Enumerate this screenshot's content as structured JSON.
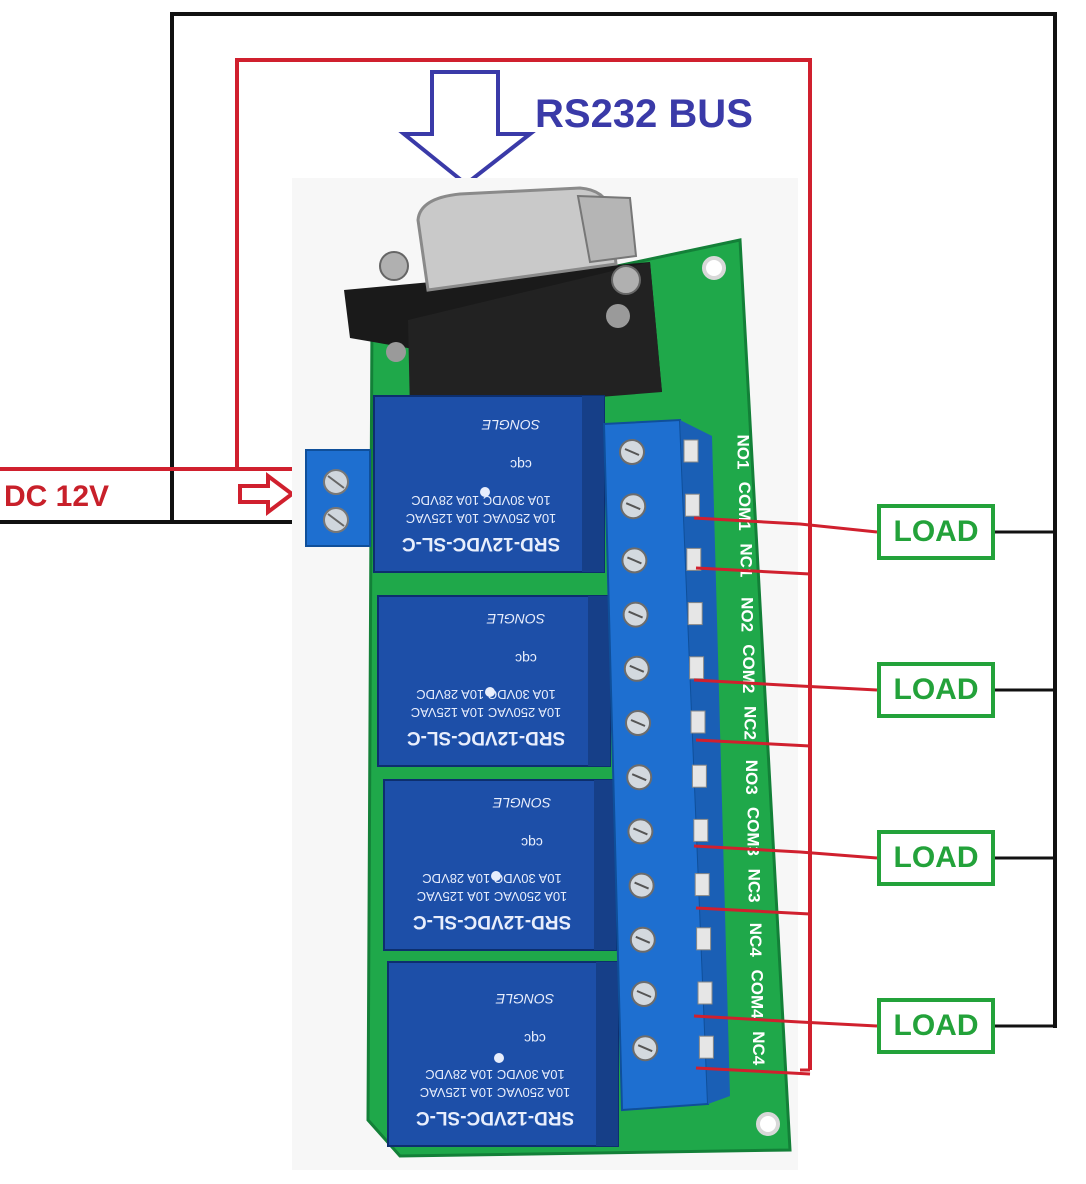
{
  "labels": {
    "bus": "RS232 BUS",
    "power": "DC 12V"
  },
  "loads": [
    {
      "label": "LOAD"
    },
    {
      "label": "LOAD"
    },
    {
      "label": "LOAD"
    },
    {
      "label": "LOAD"
    }
  ],
  "relays": [
    {
      "model": "SRD-12VDC-SL-C",
      "rating_1": "10A 250VAC  10A 125VAC",
      "rating_2": "10A 30VDC  10A 28VDC",
      "cert": "cqc",
      "brand": "SONGLE"
    },
    {
      "model": "SRD-12VDC-SL-C",
      "rating_1": "10A 250VAC  10A 125VAC",
      "rating_2": "10A 30VDC  10A 28VDC",
      "cert": "cqc",
      "brand": "SONGLE"
    },
    {
      "model": "SRD-12VDC-SL-C",
      "rating_1": "10A 250VAC  10A 125VAC",
      "rating_2": "10A 30VDC  10A 28VDC",
      "cert": "cqc",
      "brand": "SONGLE"
    },
    {
      "model": "SRD-12VDC-SL-C",
      "rating_1": "10A 250VAC  10A 125VAC",
      "rating_2": "10A 30VDC  10A 28VDC",
      "cert": "cqc",
      "brand": "SONGLE"
    }
  ],
  "pins": [
    "NO1",
    "COM1",
    "NC1",
    "NO2",
    "COM2",
    "NC2",
    "NO3",
    "COM3",
    "NC3",
    "NC4",
    "COM4",
    "NC4"
  ],
  "colors": {
    "wire_red": "#d0202e",
    "wire_black": "#111111",
    "load_green": "#23a23a",
    "bus_blue": "#3a3aa8",
    "relay_blue": "#1d4fa8",
    "terminal_blue": "#1e6fd0",
    "pcb_green": "#1fa84a"
  }
}
